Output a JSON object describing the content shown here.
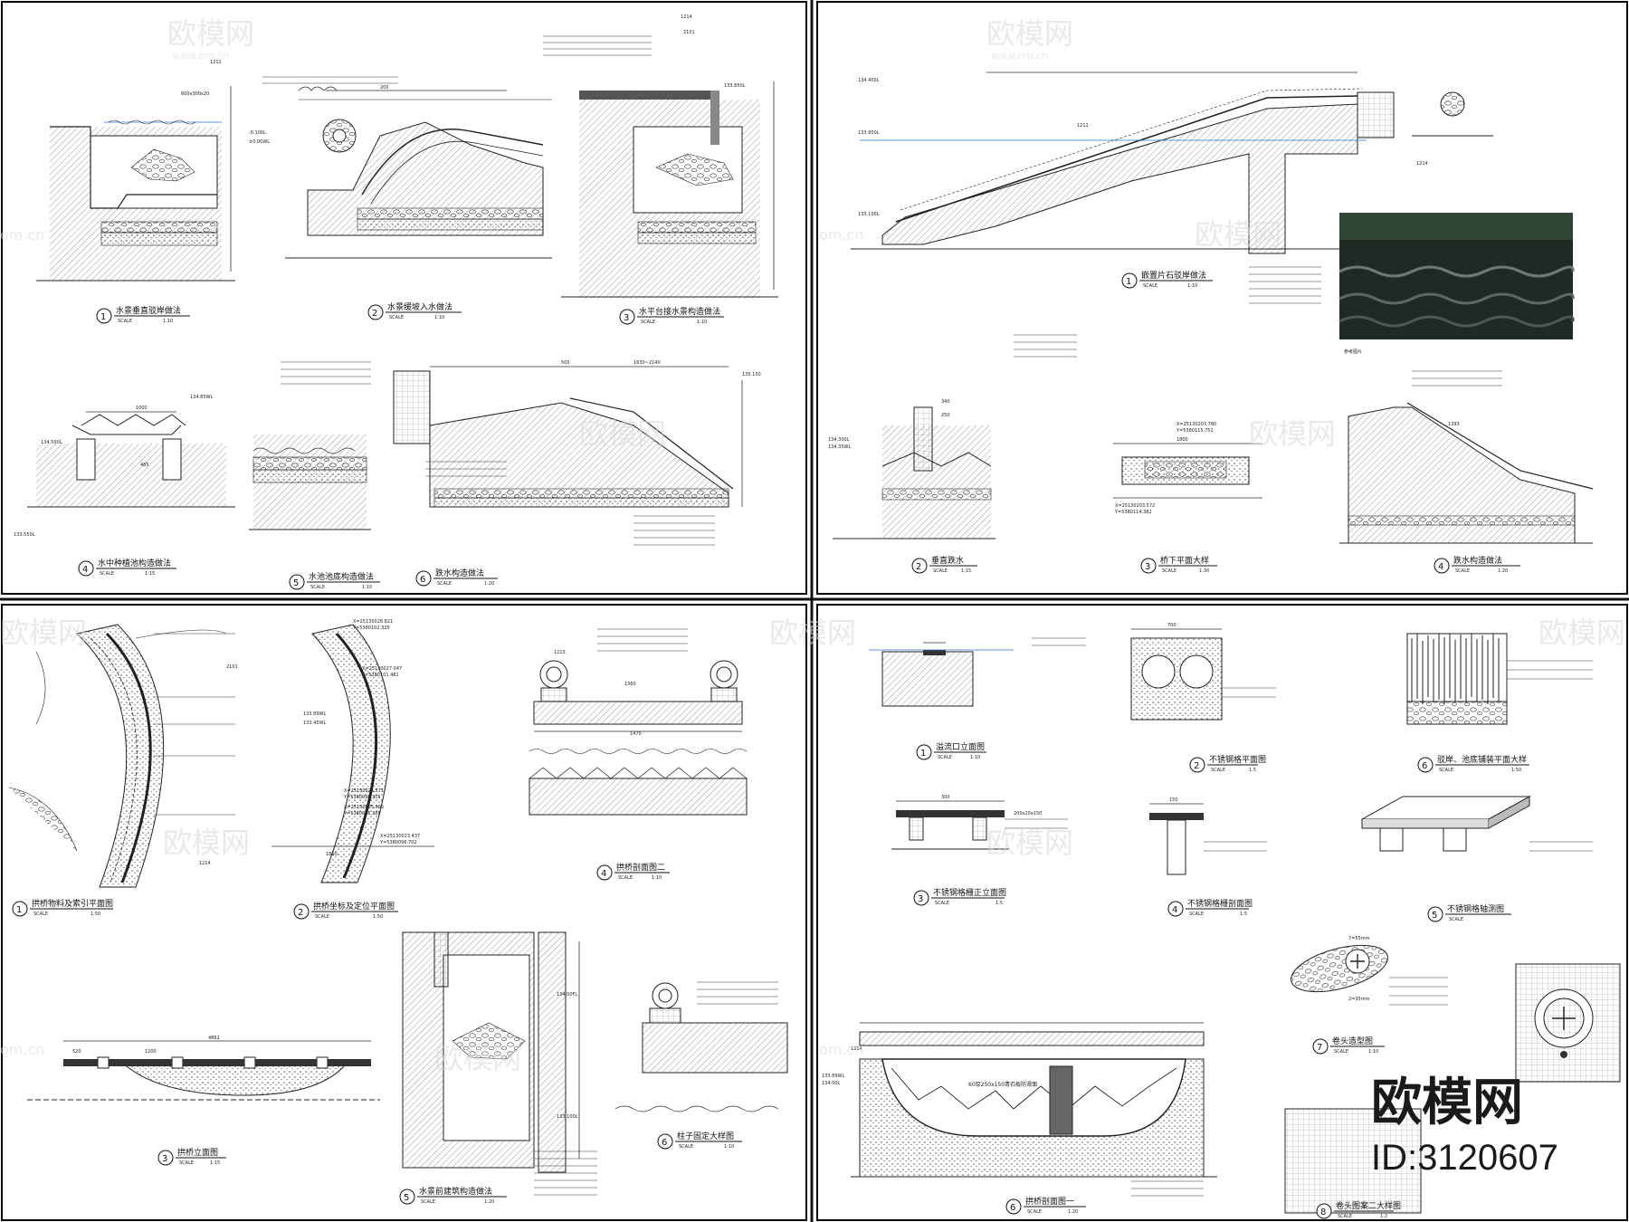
{
  "watermark": {
    "brand": "欧模网",
    "url": "www.om.cn",
    "url_partial": "om.cn"
  },
  "corner_brand": {
    "name": "欧模网",
    "id_label": "ID:3120607"
  },
  "scale_word": "SCALE",
  "panels": [
    {
      "id": "top-left",
      "details": [
        {
          "n": "1",
          "title": "水景垂直驳岸做法",
          "scale": "1:10"
        },
        {
          "n": "2",
          "title": "水景缓坡入水做法",
          "scale": "1:10"
        },
        {
          "n": "3",
          "title": "水平台接水景构造做法",
          "scale": "1:10"
        },
        {
          "n": "4",
          "title": "水中种植池构造做法",
          "scale": "1:15"
        },
        {
          "n": "5",
          "title": "水池池底构造做法",
          "scale": "1:10"
        },
        {
          "n": "6",
          "title": "跌水构造做法",
          "scale": "1:20"
        }
      ],
      "callouts": [
        "600x300x20",
        "1000",
        "500",
        "1630~2140",
        "200",
        "485",
        "1211",
        "1214",
        "2101",
        "134.500L",
        "133.550L",
        "-0.100L",
        "±0.00WL",
        "133.850L",
        "135.150",
        "134.85WL"
      ]
    },
    {
      "id": "top-right",
      "details": [
        {
          "n": "1",
          "title": "嵌置片石驳岸做法",
          "scale": "1:10"
        },
        {
          "n": "2",
          "title": "垂直跌水",
          "scale": "1:15"
        },
        {
          "n": "3",
          "title": "桥下平面大样",
          "scale": "1:30"
        },
        {
          "n": "4",
          "title": "跌水构造做法",
          "scale": "1:20"
        }
      ],
      "photo_caption": "参考图片",
      "callouts": [
        "134.400L",
        "133.950L",
        "133.100L",
        "134.300L",
        "134.35WL",
        "1211",
        "1214",
        "X=25130203.780",
        "Y=5380115.751",
        "X=25130203.572",
        "Y=5380114.382",
        "1800",
        "250",
        "340",
        "1393"
      ]
    },
    {
      "id": "bottom-left",
      "details": [
        {
          "n": "1",
          "title": "拱桥物料及索引平面图",
          "scale": "1:50"
        },
        {
          "n": "2",
          "title": "拱桥坐标及定位平面图",
          "scale": "1:50"
        },
        {
          "n": "3",
          "title": "拱桥立面图",
          "scale": "1:15"
        },
        {
          "n": "4",
          "title": "拱桥剖面图二",
          "scale": "1:10"
        },
        {
          "n": "5",
          "title": "水景前建筑构造做法",
          "scale": "1:20"
        },
        {
          "n": "6",
          "title": "柱子固定大样图",
          "scale": "1:10"
        }
      ],
      "callouts": [
        "X=25130028.821",
        "Y=5380102.325",
        "X=25130027.047",
        "Y=5380101.481",
        "X=25130026.571",
        "Y=5380098.305",
        "X=25130025.965",
        "Y=5380095.385",
        "X=25130023.437",
        "Y=5380096.702",
        "1360",
        "1470",
        "4862",
        "1200",
        "520",
        "1800",
        "133.89WL",
        "133.45WL",
        "134.00FL",
        "133.100L",
        "1213",
        "1214",
        "2101"
      ]
    },
    {
      "id": "bottom-right",
      "details": [
        {
          "n": "1",
          "title": "溢流口立面图",
          "scale": "1:10"
        },
        {
          "n": "2",
          "title": "不锈钢格平面图",
          "scale": "1:5"
        },
        {
          "n": "3",
          "title": "不锈钢格栅正立面图",
          "scale": "1:5"
        },
        {
          "n": "4",
          "title": "不锈钢格栅剖面图",
          "scale": "1:5"
        },
        {
          "n": "5",
          "title": "不锈钢格轴测图",
          "scale": ""
        },
        {
          "n": "6",
          "title": "驳岸、池底铺装平面大样",
          "scale": "1:50"
        },
        {
          "n": "6",
          "title": "拱桥剖面图一",
          "scale": "1:20"
        },
        {
          "n": "7",
          "title": "卷头造型图",
          "scale": "1:10"
        },
        {
          "n": "8",
          "title": "卷头图案二大样图",
          "scale": "1:2"
        }
      ],
      "inline_label": "60厚250x150青石板防滑面",
      "callouts": [
        "700",
        "300",
        "150",
        "200x20x150",
        "7=55mm",
        "2=35mm",
        "133.89WL",
        "134.00L",
        "1214"
      ]
    }
  ]
}
